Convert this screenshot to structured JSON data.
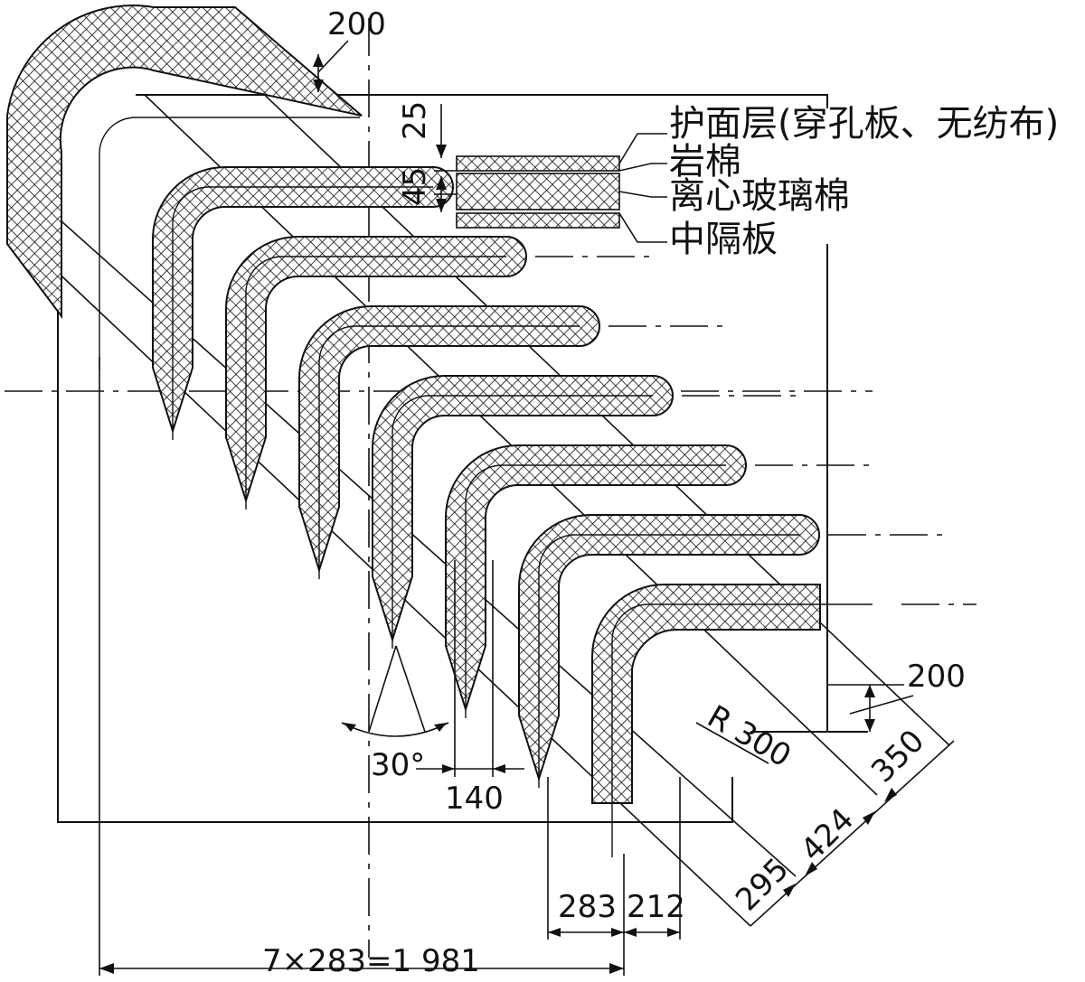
{
  "legend": {
    "layers": [
      "护面层(穿孔板、无纺布)",
      "岩棉",
      "离心玻璃棉",
      "中隔板"
    ],
    "thickness_top": "25",
    "thickness_mid": "45"
  },
  "dimensions": {
    "top_offset": "200",
    "right_offset": "200",
    "radius": "R 300",
    "angle": "30°",
    "tip_width": "140",
    "spacing": "283",
    "gap": "212",
    "total": "7×283=1 981",
    "diag_a": "295",
    "diag_b": "424",
    "diag_c": "350"
  }
}
